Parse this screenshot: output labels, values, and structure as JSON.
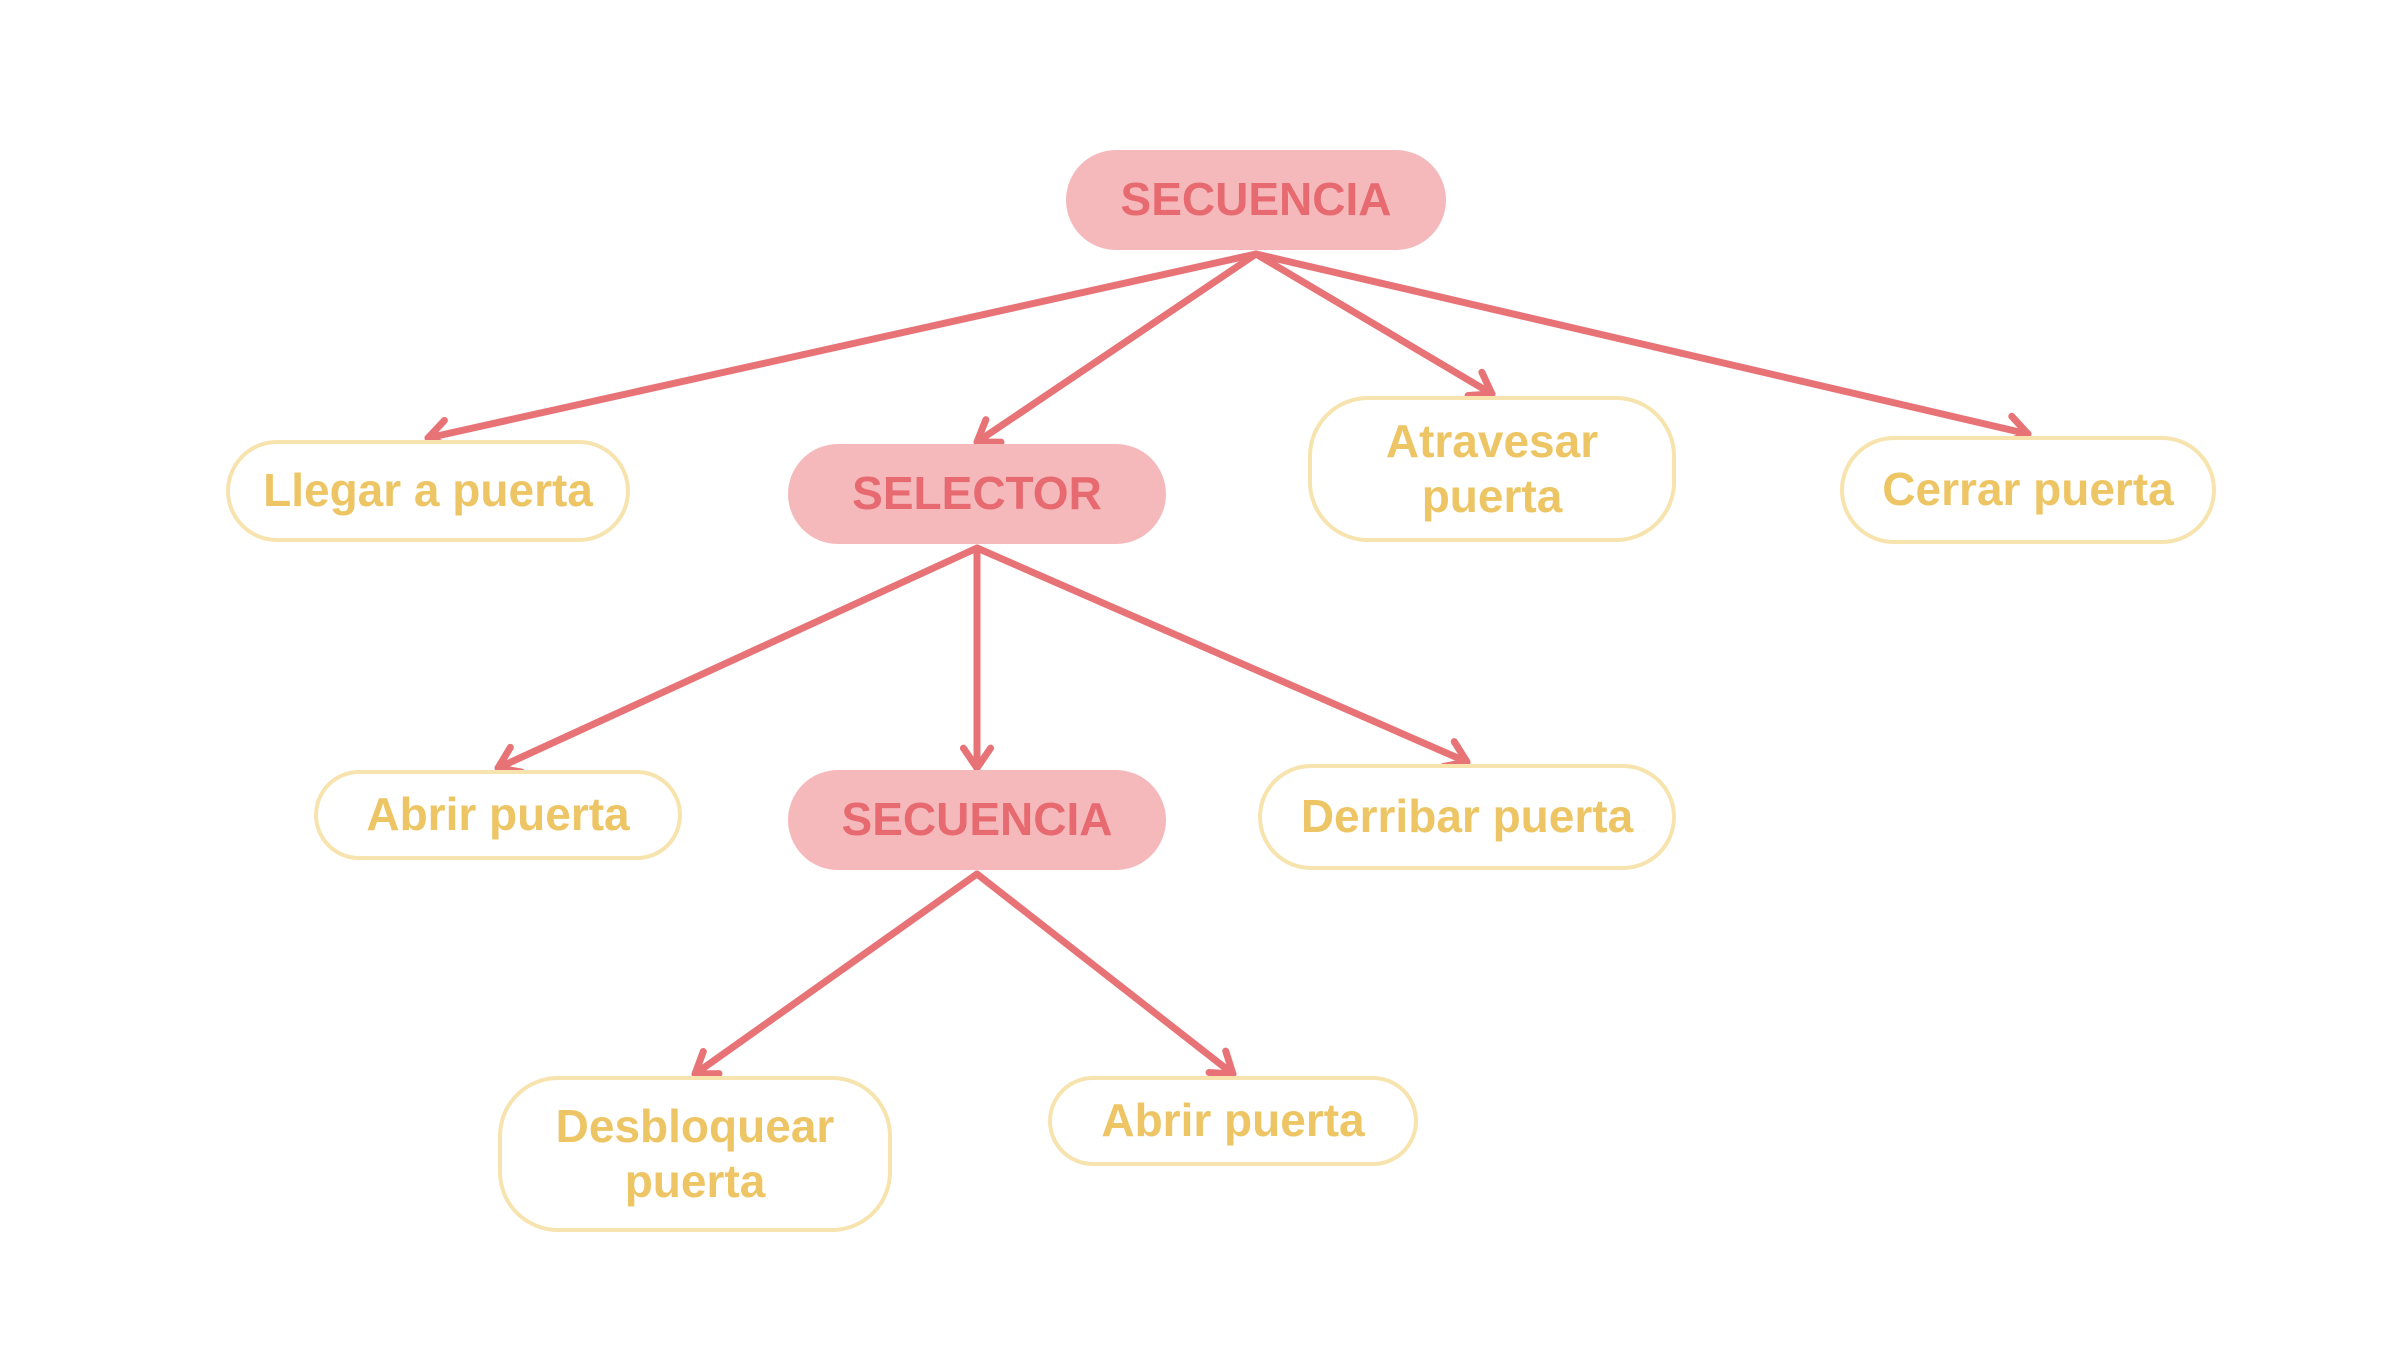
{
  "colors": {
    "composite_fill": "#f5b9bc",
    "composite_text": "#e66a70",
    "leaf_border": "#f7e3ad",
    "leaf_text": "#edc564",
    "edge": "#e87377"
  },
  "nodes": {
    "root_sequence": {
      "label": "SECUENCIA",
      "kind": "composite"
    },
    "selector": {
      "label": "SELECTOR",
      "kind": "composite"
    },
    "inner_sequence": {
      "label": "SECUENCIA",
      "kind": "composite"
    },
    "llegar_puerta": {
      "label": "Llegar a puerta",
      "kind": "leaf"
    },
    "atravesar_puerta": {
      "label": "Atravesar puerta",
      "kind": "leaf"
    },
    "cerrar_puerta": {
      "label": "Cerrar puerta",
      "kind": "leaf"
    },
    "abrir_puerta_1": {
      "label": "Abrir puerta",
      "kind": "leaf"
    },
    "derribar_puerta": {
      "label": "Derribar puerta",
      "kind": "leaf"
    },
    "desbloquear_puerta": {
      "label": "Desbloquear puerta",
      "kind": "leaf"
    },
    "abrir_puerta_2": {
      "label": "Abrir puerta",
      "kind": "leaf"
    }
  },
  "edges": [
    {
      "from": "root_sequence",
      "to": "llegar_puerta"
    },
    {
      "from": "root_sequence",
      "to": "selector"
    },
    {
      "from": "root_sequence",
      "to": "atravesar_puerta"
    },
    {
      "from": "root_sequence",
      "to": "cerrar_puerta"
    },
    {
      "from": "selector",
      "to": "abrir_puerta_1"
    },
    {
      "from": "selector",
      "to": "inner_sequence"
    },
    {
      "from": "selector",
      "to": "derribar_puerta"
    },
    {
      "from": "inner_sequence",
      "to": "desbloquear_puerta"
    },
    {
      "from": "inner_sequence",
      "to": "abrir_puerta_2"
    }
  ]
}
